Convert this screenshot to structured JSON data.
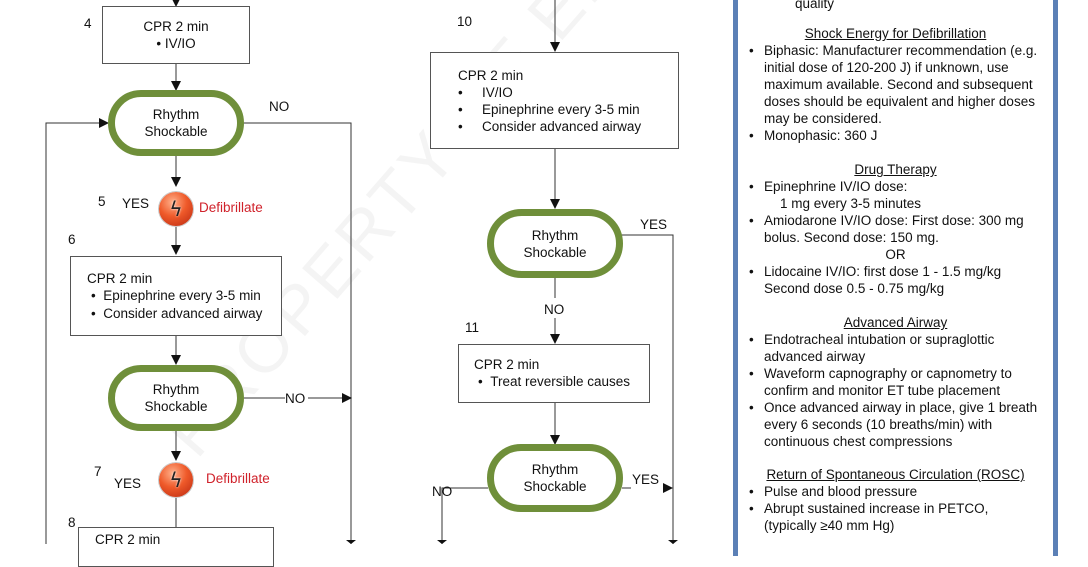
{
  "flowchart": {
    "left_column": {
      "step4": {
        "number": "4",
        "title": "CPR 2 min",
        "items": [
          "IV/IO"
        ]
      },
      "decision1": {
        "label_line1": "Rhythm",
        "label_line2": "Shockable",
        "no_label": "NO"
      },
      "step5": {
        "number": "5",
        "yes_label": "YES",
        "action": "Defibrillate"
      },
      "step6": {
        "number": "6",
        "title": "CPR 2 min",
        "items": [
          "Epinephrine every 3-5 min",
          "Consider advanced airway"
        ]
      },
      "decision2": {
        "label_line1": "Rhythm",
        "label_line2": "Shockable",
        "no_label": "NO"
      },
      "step7": {
        "number": "7",
        "yes_label": "YES",
        "action": "Defibrillate"
      },
      "step8": {
        "number": "8",
        "title": "CPR 2 min"
      }
    },
    "middle_column": {
      "step10": {
        "number": "10",
        "title": "CPR 2 min",
        "items": [
          "IV/IO",
          "Epinephrine every 3-5 min",
          "Consider advanced airway"
        ]
      },
      "decision3": {
        "label_line1": "Rhythm",
        "label_line2": "Shockable",
        "yes_label": "YES",
        "no_label": "NO"
      },
      "step11": {
        "number": "11",
        "title": "CPR 2 min",
        "items": [
          "Treat reversible causes"
        ]
      },
      "decision4": {
        "label_line1": "Rhythm",
        "label_line2": "Shockable",
        "yes_label": "YES",
        "no_label": "NO"
      }
    },
    "icons": {
      "defibrillate": "lightning-bolt-icon"
    },
    "colors": {
      "decision_border": "#6f8f3a",
      "defibrillate_text": "#d0222b",
      "panel_border": "#5b80b6"
    },
    "watermark": "PROPERTY OF ELITE   FO"
  },
  "panel": {
    "top_fragment": "quality",
    "sections": [
      {
        "title": "Shock Energy for Defibrillation",
        "items": [
          "Biphasic: Manufacturer recommendation (e.g. initial dose of 120-200 J) if unknown, use maximum available. Second and subsequent doses should be equivalent and higher doses may be considered.",
          "Monophasic: 360 J"
        ]
      },
      {
        "title": "Drug Therapy",
        "items": [
          "Epinephrine IV/IO dose:",
          "Amiodarone IV/IO dose: First dose: 300 mg bolus. Second dose: 150 mg.",
          "Lidocaine IV/IO: first dose 1 - 1.5 mg/kg Second dose 0.5 - 0.75 mg/kg"
        ],
        "epinephrine_detail": "1 mg every 3-5 minutes",
        "or_label": "OR"
      },
      {
        "title": "Advanced Airway",
        "items": [
          "Endotracheal intubation or supraglottic advanced airway",
          "Waveform capnography or capnometry to confirm and monitor ET tube placement",
          "Once advanced airway in place, give 1 breath every 6 seconds (10 breaths/min) with continuous chest compressions"
        ]
      },
      {
        "title": "Return of Spontaneous Circulation (ROSC)",
        "items": [
          "Pulse and blood pressure",
          "Abrupt sustained increase in PETCO,"
        ],
        "petco_detail": "(typically ≥40 mm Hg)"
      }
    ]
  }
}
